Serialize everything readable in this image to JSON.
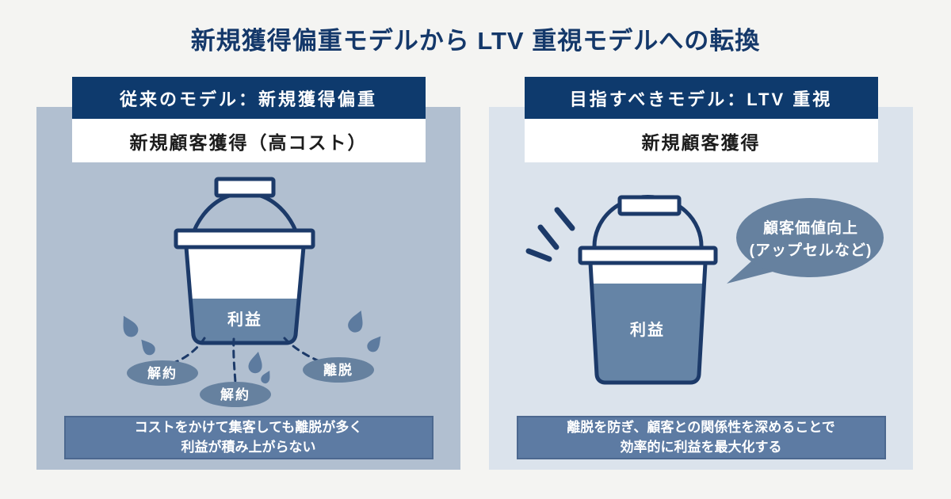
{
  "title": "新規獲得偏重モデルから LTV 重視モデルへの転換",
  "colors": {
    "page_bg": "#f4f4f2",
    "title_text": "#14386a",
    "header_navy": "#0e3a6d",
    "outline_navy": "#1c3a69",
    "panel_left_bg": "#b1bfd0",
    "panel_right_bg": "#dbe3ec",
    "water": "#6584a6",
    "leak_bubble": "#66819f",
    "droplet": "#5d7b9f",
    "caption_bg": "#5d7ba3",
    "caption_border": "#4c688f"
  },
  "panels": [
    {
      "header": "従来のモデル：新規獲得偏重",
      "subheader": "新規顧客獲得（高コスト）",
      "bucket_label": "利益",
      "leaks": [
        "解約",
        "解約",
        "離脱"
      ],
      "caption_line1": "コストをかけて集客しても離脱が多く",
      "caption_line2": "利益が積み上がらない"
    },
    {
      "header": "目指すべきモデル：LTV 重視",
      "subheader": "新規顧客獲得",
      "bucket_label": "利益",
      "bubble_line1": "顧客価値向上",
      "bubble_line2": "(アップセルなど)",
      "caption_line1": "離脱を防ぎ、顧客との関係性を深めることで",
      "caption_line2": "効率的に利益を最大化する"
    }
  ]
}
